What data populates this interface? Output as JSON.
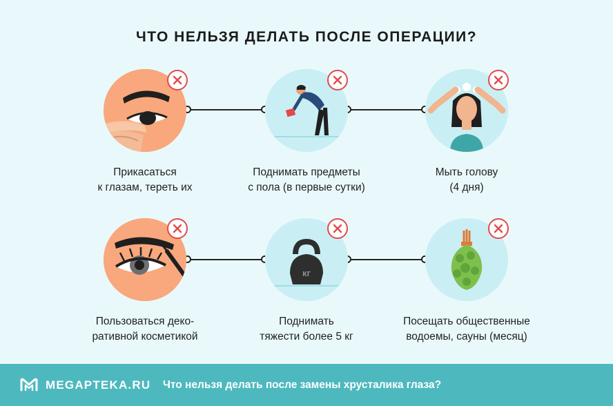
{
  "title": "ЧТО НЕЛЬЗЯ ДЕЛАТЬ ПОСЛЕ ОПЕРАЦИИ?",
  "items": [
    {
      "line1": "Прикасаться",
      "line2": "к глазам, тереть их",
      "icon": "eye-touch-icon",
      "bg": "#f9a77c"
    },
    {
      "line1": "Поднимать предметы",
      "line2": "с пола (в первые сутки)",
      "icon": "bending-person-icon",
      "bg": "#c9eff4"
    },
    {
      "line1": "Мыть голову",
      "line2": "(4 дня)",
      "icon": "washing-hair-icon",
      "bg": "#c9eff4"
    },
    {
      "line1": "Пользоваться деко-",
      "line2": "ративной косметикой",
      "icon": "mascara-eye-icon",
      "bg": "#f9a77c"
    },
    {
      "line1": "Поднимать",
      "line2": "тяжести более 5 кг",
      "icon": "kettlebell-icon",
      "bg": "#c9eff4",
      "kettlebell_label": "кг"
    },
    {
      "line1": "Посещать общественные",
      "line2": "водоемы, сауны (месяц)",
      "icon": "sauna-broom-icon",
      "bg": "#c9eff4"
    }
  ],
  "footer": {
    "brand": "MEGAPTEKA.RU",
    "link": "Что нельзя делать после замены хрусталика глаза?"
  },
  "colors": {
    "accent": "#4db9bf",
    "cross": "#e24a4a",
    "background": "#e9f9fb"
  }
}
